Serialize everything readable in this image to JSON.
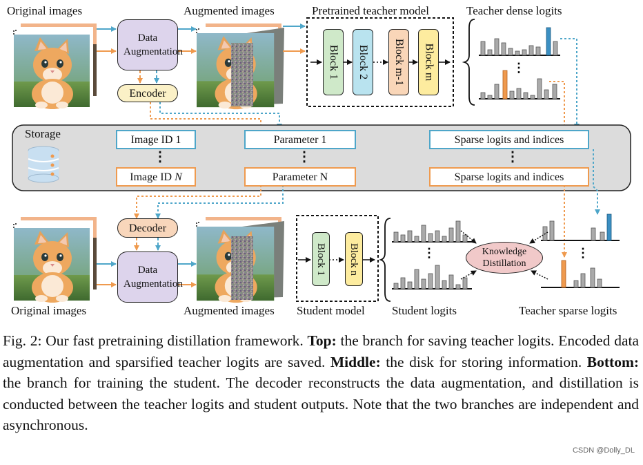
{
  "top": {
    "original_label": "Original images",
    "augmented_label": "Augmented images",
    "teacher_label": "Pretrained teacher model",
    "dense_logits_label": "Teacher dense logits",
    "data_aug": "Data Augmentation",
    "encoder": "Encoder",
    "blocks": [
      "Block 1",
      "Block 2",
      "Block m-1",
      "Block m"
    ]
  },
  "storage": {
    "title": "Storage",
    "image_id_1": "Image ID 1",
    "image_id_n": "Image ID N",
    "param_1": "Parameter 1",
    "param_n": "Parameter N",
    "sparse_1": "Sparse logits and indices",
    "sparse_n": "Sparse logits and indices"
  },
  "bottom": {
    "original_label": "Original images",
    "augmented_label": "Augmented images",
    "student_label": "Student model",
    "student_logits_label": "Student logits",
    "teacher_sparse_label": "Teacher sparse logits",
    "decoder": "Decoder",
    "data_aug": "Data Augmentation",
    "blocks": [
      "Block 1",
      "Block n"
    ],
    "kd": "Knowledge Distillation"
  },
  "caption": {
    "fig": "Fig. 2: Our fast pretraining distillation framework.",
    "top_b": "Top:",
    "top_t": "the branch for saving teacher logits. Encoded data augmentation and sparsified teacher logits are saved.",
    "mid_b": "Middle:",
    "mid_t": "the disk for storing information.",
    "bot_b": "Bottom:",
    "bot_t": "the branch for training the student. The decoder reconstructs the data augmentation, and distillation is conducted between the teacher logits and student outputs. Note that the two branches are independent and asynchronous."
  },
  "watermark": "CSDN @Dolly_DL",
  "colors": {
    "blue": "#4ea6c9",
    "orange": "#ef9a4e",
    "storage_bg": "#dcdcdc",
    "aug_fill": "#ddd4ec",
    "encoder_fill": "#fbf1c7",
    "decoder_fill": "#f8d6bb",
    "block1": "#cfe9c9",
    "block2": "#b9e3ef",
    "block_m1": "#f9d6b8",
    "block_m": "#fdec9f",
    "kd_fill": "#f1c9c9"
  },
  "icons": [
    "kitten-photo",
    "noise-patch",
    "database-icon",
    "logit-bar-chart"
  ]
}
